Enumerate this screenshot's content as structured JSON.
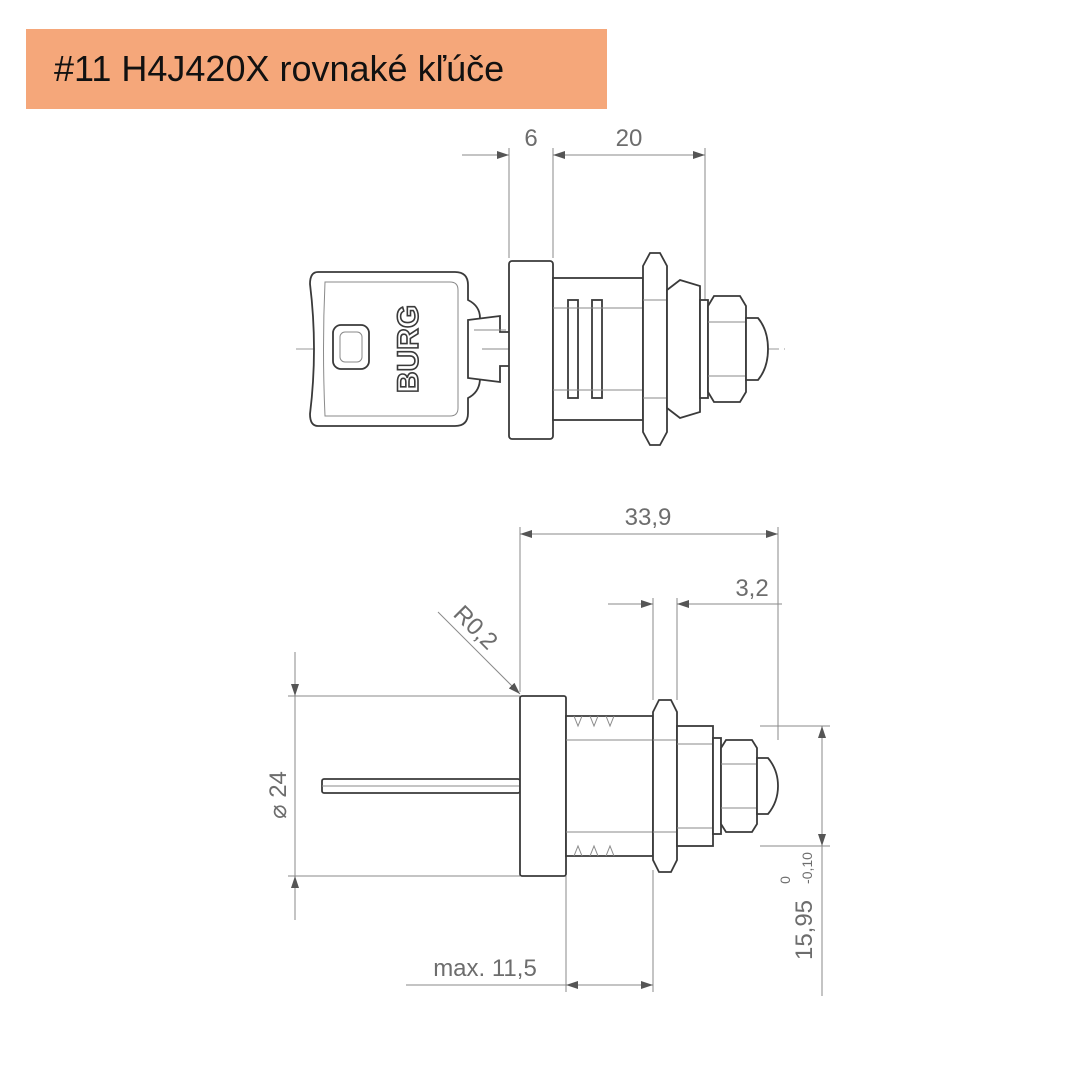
{
  "title": "#11 H4J420X rovnaké kľúče",
  "colors": {
    "banner": "#f5a77a",
    "line": "#3a3a3a",
    "dimension_text": "#6d6d6d"
  },
  "top_view": {
    "key_brand": "BURG",
    "dimensions": {
      "flange_width": "6",
      "body_length": "20"
    }
  },
  "side_view": {
    "dimensions": {
      "overall_length": "33,9",
      "nut_thickness": "3,2",
      "radius": "R0,2",
      "diameter": "⌀ 24",
      "max_length": "max. 11,5",
      "thread_size": "15,95",
      "tolerance_upper": "0",
      "tolerance_lower": "-0,10"
    }
  }
}
